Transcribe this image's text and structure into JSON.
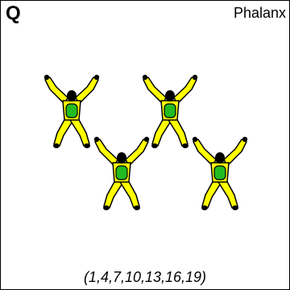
{
  "letter": "Q",
  "name": "Phalanx",
  "sequence": "(1,4,7,10,13,16,19)",
  "colors": {
    "suit": "#ffff00",
    "outline": "#000000",
    "container": "#22bb22"
  },
  "icons": [
    "skydiver-figure-icon"
  ]
}
